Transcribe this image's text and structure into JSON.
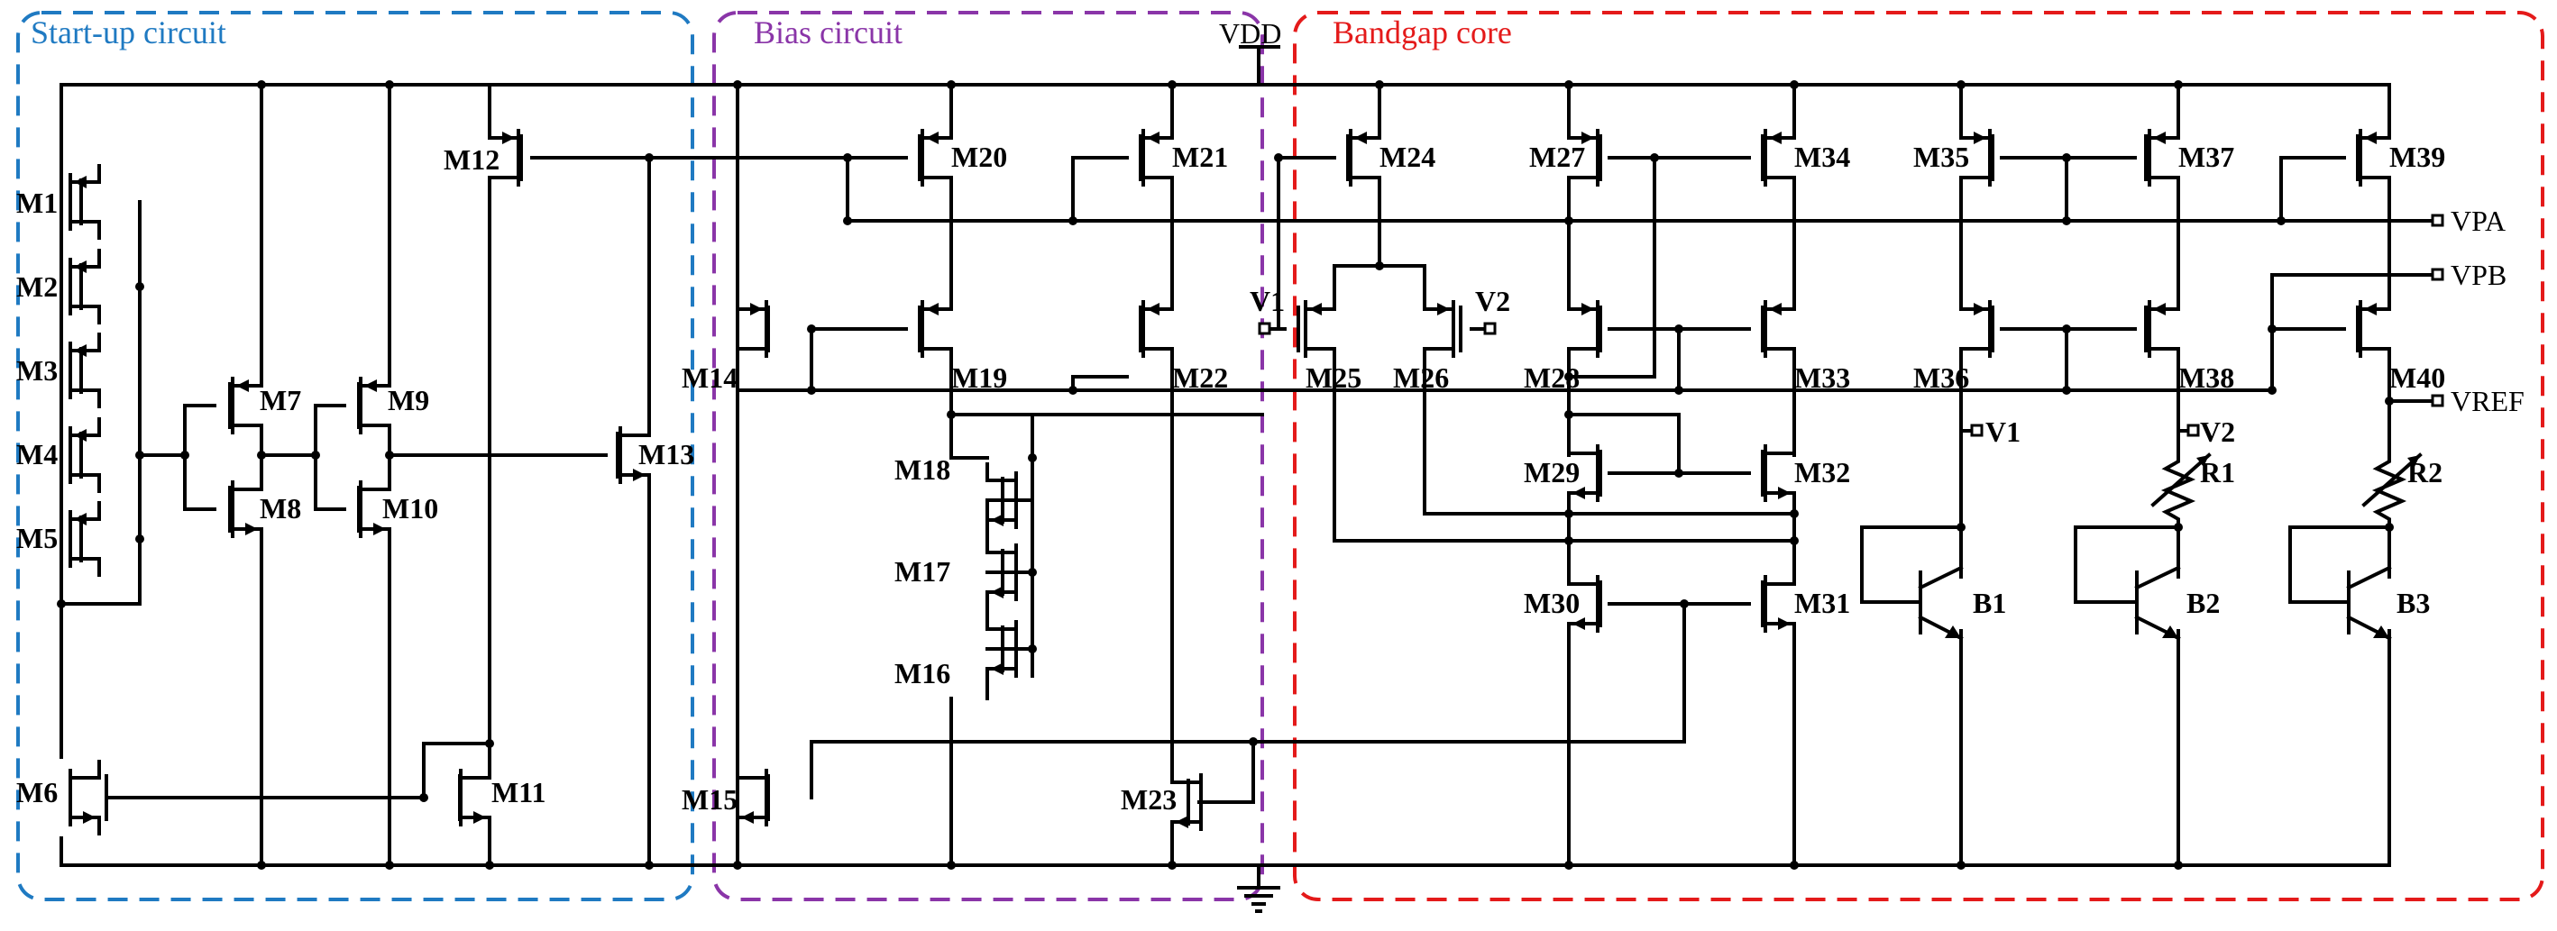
{
  "sections": {
    "startup": {
      "title": "Start-up circuit",
      "color": "#1f7ac2"
    },
    "bias": {
      "title": "Bias circuit",
      "color": "#8a35a8"
    },
    "core": {
      "title": "Bandgap core",
      "color": "#e41a1a"
    }
  },
  "rails": {
    "vdd": "VDD"
  },
  "pins": {
    "vpa": "VPA",
    "vpb": "VPB",
    "vref": "VREF",
    "v1": "V1",
    "v2": "V2"
  },
  "devices": {
    "M1": "M1",
    "M2": "M2",
    "M3": "M3",
    "M4": "M4",
    "M5": "M5",
    "M6": "M6",
    "M7": "M7",
    "M8": "M8",
    "M9": "M9",
    "M10": "M10",
    "M11": "M11",
    "M12": "M12",
    "M13": "M13",
    "M14": "M14",
    "M15": "M15",
    "M16": "M16",
    "M17": "M17",
    "M18": "M18",
    "M19": "M19",
    "M20": "M20",
    "M21": "M21",
    "M22": "M22",
    "M23": "M23",
    "M24": "M24",
    "M25": "M25",
    "M26": "M26",
    "M27": "M27",
    "M28": "M28",
    "M29": "M29",
    "M30": "M30",
    "M31": "M31",
    "M32": "M32",
    "M33": "M33",
    "M34": "M34",
    "M35": "M35",
    "M36": "M36",
    "M37": "M37",
    "M38": "M38",
    "M39": "M39",
    "M40": "M40",
    "R1": "R1",
    "R2": "R2",
    "B1": "B1",
    "B2": "B2",
    "B3": "B3"
  }
}
